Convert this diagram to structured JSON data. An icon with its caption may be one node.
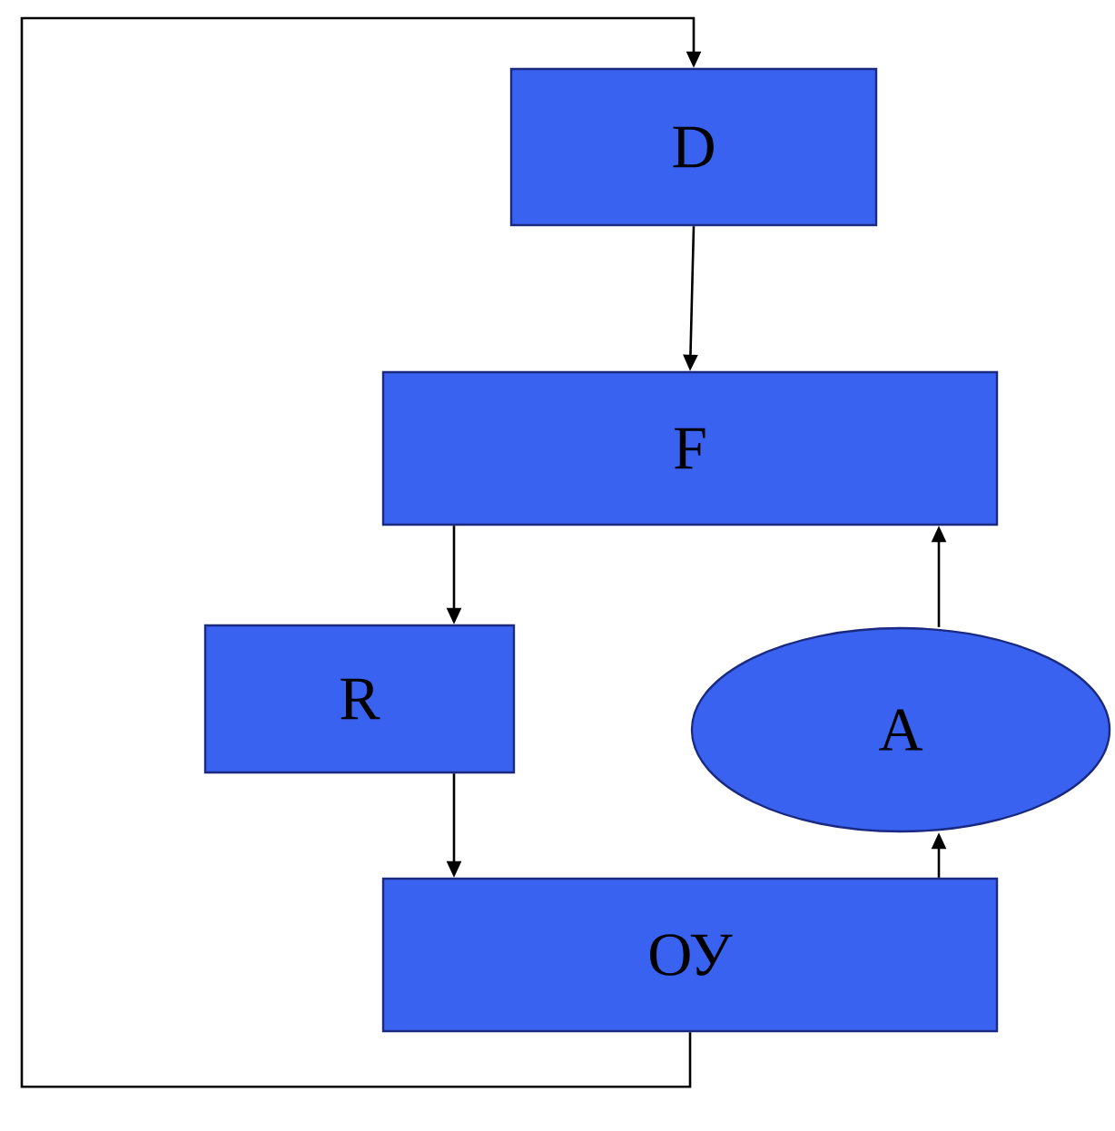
{
  "diagram": {
    "nodes": [
      {
        "text": [
          "D"
        ]
      },
      {
        "text": [
          "F"
        ]
      },
      {
        "text": [
          "R"
        ]
      },
      {
        "text": [
          "A"
        ]
      },
      {
        "text": [
          "ОУ"
        ]
      }
    ],
    "edges": [
      {
        "from": 0,
        "to": 1,
        "arrow": "to"
      },
      {
        "from": 1,
        "to": 2,
        "arrow": "to"
      },
      {
        "from": 2,
        "to": 4,
        "arrow": "to"
      },
      {
        "from": 4,
        "to": 3,
        "arrow": "to"
      },
      {
        "from": 3,
        "to": 1,
        "arrow": "to"
      },
      {
        "from": 4,
        "to": 0,
        "arrow": "to"
      }
    ]
  }
}
